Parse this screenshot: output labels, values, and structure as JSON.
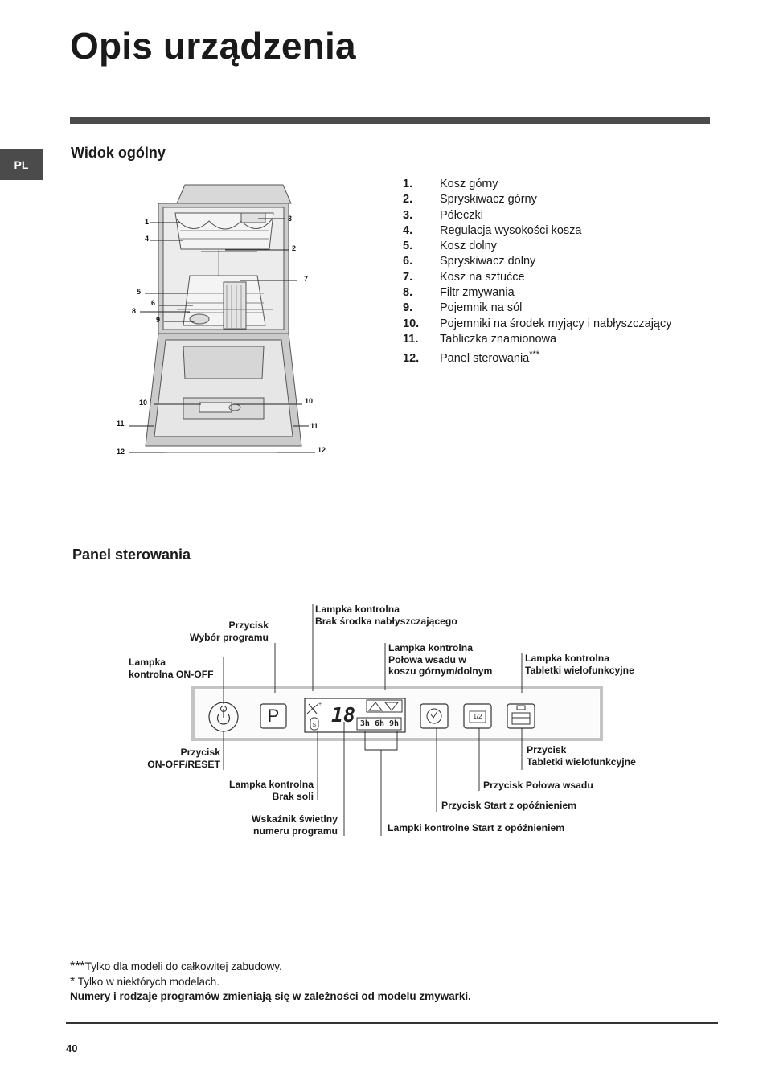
{
  "page": {
    "title": "Opis urządzenia",
    "lang_tab": "PL",
    "page_number": "40"
  },
  "overview": {
    "heading": "Widok ogólny",
    "diagram_labels": {
      "l1": "1",
      "l2": "2",
      "l3": "3",
      "l4": "4",
      "l5": "5",
      "l6": "6",
      "l7": "7",
      "l8": "8",
      "l9": "9",
      "l10a": "10",
      "l10b": "10",
      "l11a": "11",
      "l11b": "11",
      "l12a": "12",
      "l12b": "12"
    },
    "parts": [
      {
        "num": "1.",
        "label": "Kosz górny",
        "sup": ""
      },
      {
        "num": "2.",
        "label": "Spryskiwacz górny",
        "sup": ""
      },
      {
        "num": "3.",
        "label": "Półeczki",
        "sup": ""
      },
      {
        "num": "4.",
        "label": "Regulacja wysokości kosza",
        "sup": ""
      },
      {
        "num": "5.",
        "label": "Kosz dolny",
        "sup": ""
      },
      {
        "num": "6.",
        "label": "Spryskiwacz dolny",
        "sup": ""
      },
      {
        "num": "7.",
        "label": "Kosz na sztućce",
        "sup": ""
      },
      {
        "num": "8.",
        "label": "Filtr zmywania",
        "sup": ""
      },
      {
        "num": "9.",
        "label": "Pojemnik na sól",
        "sup": ""
      },
      {
        "num": "10.",
        "label": "Pojemniki na środek myjący i nabłyszczający",
        "sup": ""
      },
      {
        "num": "11.",
        "label": "Tabliczka znamionowa",
        "sup": ""
      },
      {
        "num": "12.",
        "label": "Panel sterowania",
        "sup": "***"
      }
    ]
  },
  "control_panel": {
    "heading": "Panel sterowania",
    "display": {
      "digits": "18",
      "delay_text": "3h 6h 9h",
      "half_load_text": "1/2",
      "p_button": "P"
    },
    "callouts": {
      "btn_program_1": "Przycisk",
      "btn_program_2": "Wybór programu",
      "lamp_rinse_1": "Lampka kontrolna",
      "lamp_rinse_2": "Brak środka nabłyszczającego",
      "lamp_half_1": "Lampka kontrolna",
      "lamp_half_2": "Połowa wsadu w",
      "lamp_half_3": "koszu górnym/dolnym",
      "lamp_tabs_1": "Lampka kontrolna",
      "lamp_tabs_2": "Tabletki wielofunkcyjne",
      "lamp_onoff_1": "Lampka",
      "lamp_onoff_2": "kontrolna ON-OFF",
      "btn_onoff_1": "Przycisk",
      "btn_onoff_2": "ON-OFF/RESET",
      "lamp_salt_1": "Lampka kontrolna",
      "lamp_salt_2": "Brak soli",
      "prog_indicator_1": "Wskaźnik świetlny",
      "prog_indicator_2": "numeru programu",
      "btn_tabs_1": "Przycisk",
      "btn_tabs_2": "Tabletki wielofunkcyjne",
      "btn_half": "Przycisk Połowa wsadu",
      "btn_delay": "Przycisk Start z opóźnieniem",
      "lamps_delay": "Lampki kontrolne Start z opóźnieniem"
    }
  },
  "footnotes": {
    "note1_mark": "***",
    "note1": "Tylko dla modeli do całkowitej zabudowy.",
    "note2_mark": "*",
    "note2": " Tylko w niektórych modelach.",
    "note3": "Numery i rodzaje programów zmieniają się w zależności od modelu zmywarki."
  }
}
